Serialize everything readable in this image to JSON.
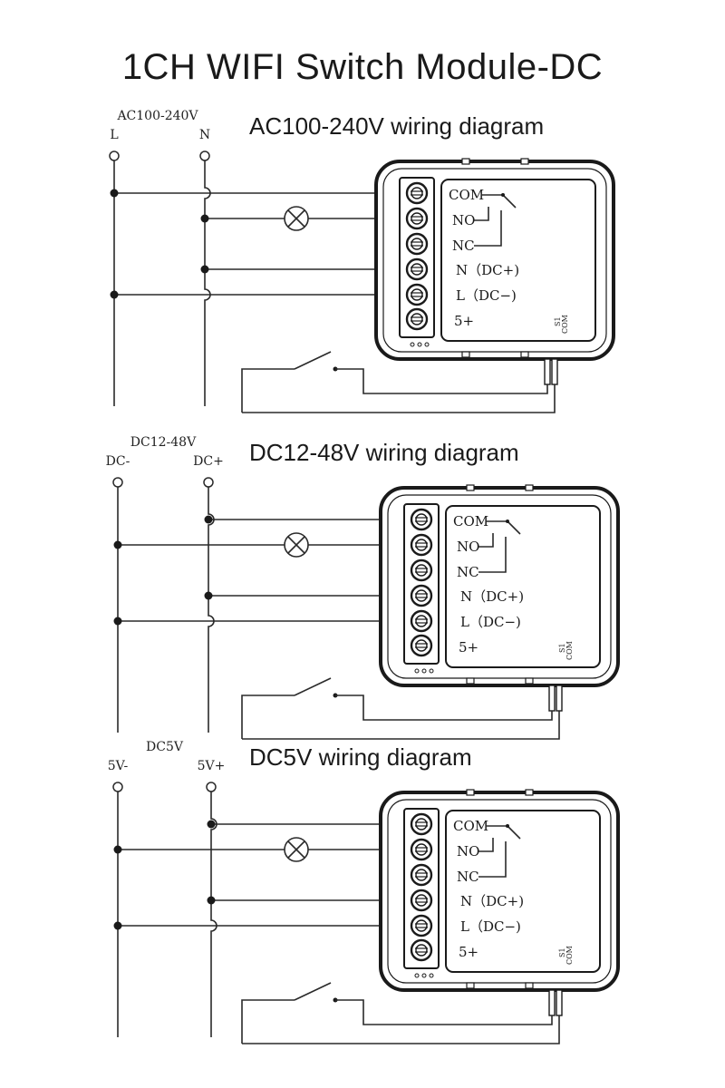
{
  "title": "1CH WIFI Switch Module-DC",
  "terminal_labels": {
    "com": "COM",
    "no": "NO",
    "nc": "NC",
    "n": "N（DC+)",
    "l": "L（DC−)",
    "five_v": "5+",
    "s1": "S1",
    "com_small": "COM"
  },
  "sections": [
    {
      "title": "AC100-240V wiring diagram",
      "supply": "AC100-240V",
      "left_pole": "L",
      "right_pole": "N"
    },
    {
      "title": "DC12-48V wiring diagram",
      "supply": "DC12-48V",
      "left_pole": "DC-",
      "right_pole": "DC+"
    },
    {
      "title": "DC5V wiring diagram",
      "supply": "DC5V",
      "left_pole": "5V-",
      "right_pole": "5V+"
    }
  ]
}
